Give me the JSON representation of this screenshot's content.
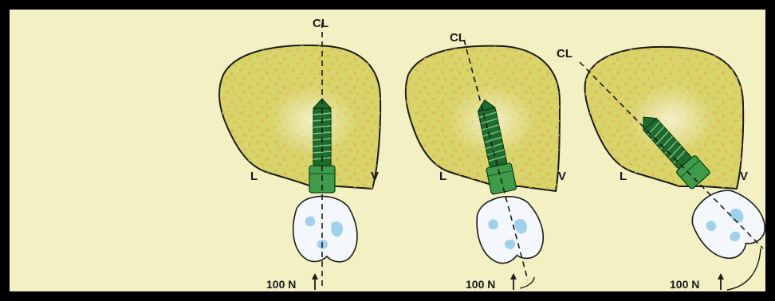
{
  "colors": {
    "background": "#f3f0c3",
    "bone_fill": "#d6d46a",
    "bone_outline": "#1a1a1a",
    "trabecular_dots": "#e9b64a",
    "implant_dark": "#1f6b2c",
    "implant_light": "#3f9a4a",
    "crown_fill": "#f4f7fb",
    "crown_shade": "#9fd0ec",
    "frame": "#000000"
  },
  "icons": {
    "force_arrow": "up-arrow"
  },
  "panels": [
    {
      "cl_label": "CL",
      "lingual_label": "L",
      "vestibular_label": "V",
      "force_label": "100 N",
      "implant_tilt_deg": 0
    },
    {
      "cl_label": "CL",
      "lingual_label": "L",
      "vestibular_label": "V",
      "force_label": "100 N",
      "implant_tilt_deg": -12
    },
    {
      "cl_label": "CL",
      "lingual_label": "L",
      "vestibular_label": "V",
      "force_label": "100 N",
      "implant_tilt_deg": -42
    }
  ]
}
